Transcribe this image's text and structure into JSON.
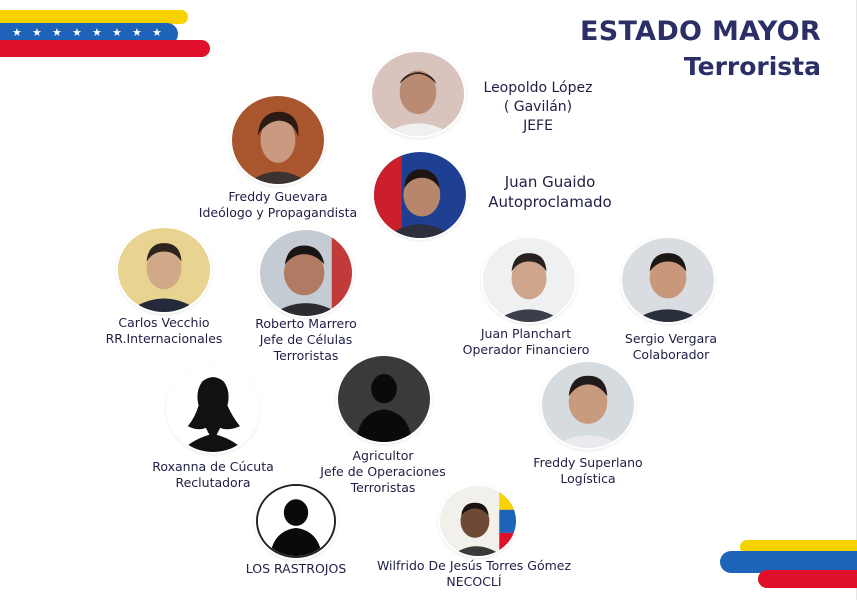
{
  "title": {
    "line1": "ESTADO MAYOR",
    "line2": "Terrorista"
  },
  "colors": {
    "navy": "#2b2f66",
    "yellow": "#f5d200",
    "blue": "#1d63b8",
    "red": "#e0102a",
    "star": "#ffffff"
  },
  "people": {
    "lopez": {
      "name": "Leopoldo López",
      "alias": "( Gavilán)",
      "role": "JEFE"
    },
    "guevara": {
      "name": "Freddy Guevara",
      "role": "Ideólogo y Propagandista"
    },
    "guaido": {
      "name": "Juan Guaido",
      "role": "Autoproclamado"
    },
    "vecchio": {
      "name": "Carlos Vecchio",
      "role": "RR.Internacionales"
    },
    "marrero": {
      "name": "Roberto Marrero",
      "role1": "Jefe de Células",
      "role2": "Terroristas"
    },
    "planchart": {
      "name": "Juan Planchart",
      "role": "Operador Financiero"
    },
    "vergara": {
      "name": "Sergio Vergara",
      "role": "Colaborador"
    },
    "roxanna": {
      "name": "Roxanna de Cúcuta",
      "role": "Reclutadora"
    },
    "agricultor": {
      "name": "Agricultor",
      "role1": "Jefe de Operaciones",
      "role2": "Terroristas"
    },
    "superlano": {
      "name": "Freddy Superlano",
      "role": "Logística"
    },
    "rastrojos": {
      "name": "LOS RASTROJOS"
    },
    "wilfrido": {
      "name": "Wilfrido De Jesús Torres Gómez",
      "role": "NECOCLÍ"
    }
  }
}
